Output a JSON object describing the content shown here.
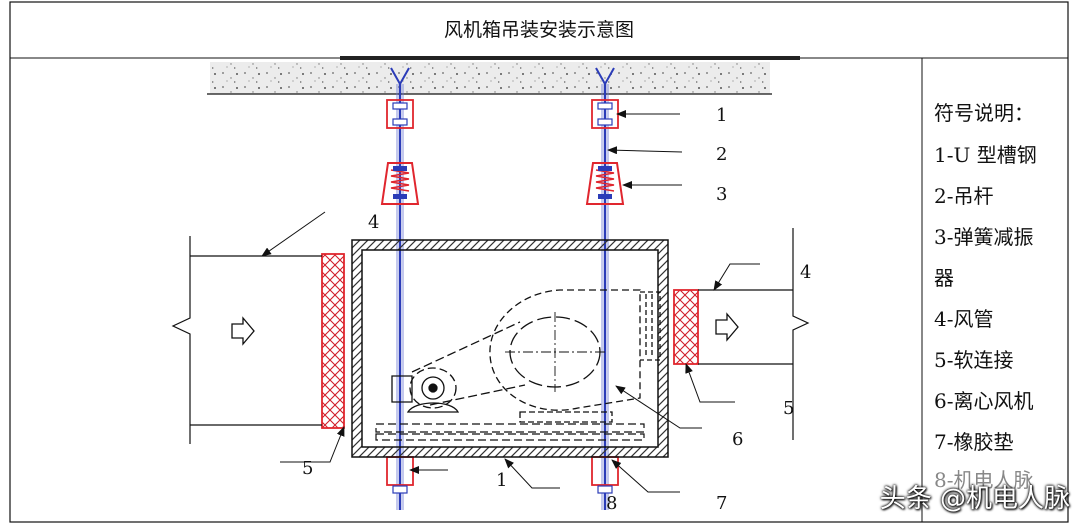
{
  "title": "风机箱吊装安装示意图",
  "callouts": [
    "1",
    "2",
    "3",
    "4",
    "4",
    "5",
    "5",
    "6",
    "1",
    "8",
    "7"
  ],
  "legend": {
    "heading": "符号说明：",
    "items": [
      "1-U 型槽钢",
      "2-吊杆",
      "3-弹簧减振",
      "器",
      "4-风管",
      "5-软连接",
      "6-离心风机",
      "7-橡胶垫",
      "8-机电人脉"
    ]
  },
  "watermark": {
    "small": "机电人脉",
    "big": "头条 @机电人脉"
  },
  "colors": {
    "line": "#111111",
    "red": "#e0262e",
    "rod": "#2b3cb8",
    "concrete": "#b9b9b9"
  }
}
